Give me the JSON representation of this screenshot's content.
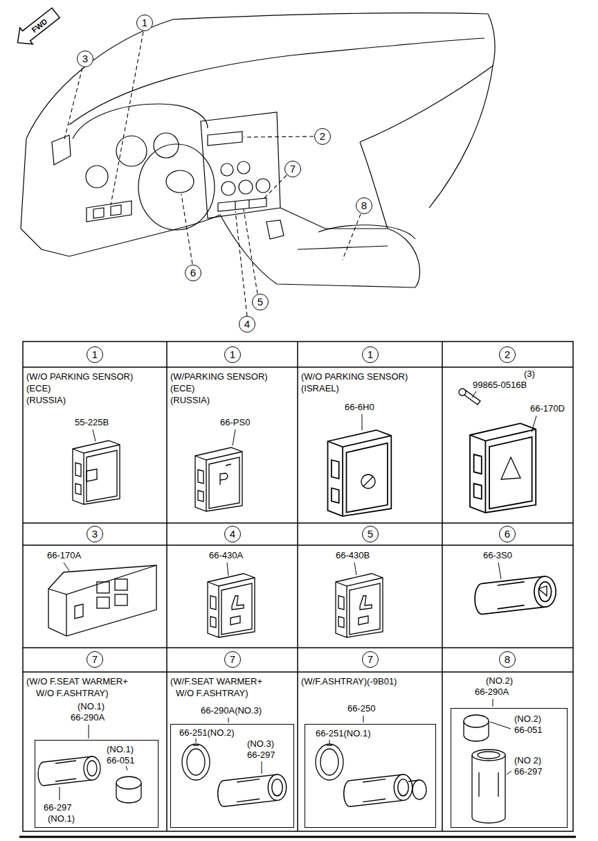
{
  "diagram": {
    "nodes": [
      {
        "text": [
          "1"
        ]
      },
      {
        "text": [
          "2"
        ]
      },
      {
        "text": [
          "3"
        ]
      },
      {
        "text": [
          "4"
        ]
      },
      {
        "text": [
          "5"
        ]
      },
      {
        "text": [
          "6"
        ]
      },
      {
        "text": [
          "7"
        ]
      },
      {
        "text": [
          "8"
        ]
      },
      {
        "text": [
          "1"
        ]
      },
      {
        "text": [
          "1"
        ]
      },
      {
        "text": [
          "1"
        ]
      },
      {
        "text": [
          "2"
        ]
      },
      {
        "text": [
          "3"
        ]
      },
      {
        "text": [
          "4"
        ]
      },
      {
        "text": [
          "5"
        ]
      },
      {
        "text": [
          "6"
        ]
      },
      {
        "text": [
          "7"
        ]
      },
      {
        "text": [
          "7"
        ]
      },
      {
        "text": [
          "7"
        ]
      },
      {
        "text": [
          "8"
        ]
      },
      {
        "text": [
          "(W/O PARKING SENSOR)",
          "(ECE)",
          "(RUSSIA)",
          "55-225B"
        ]
      },
      {
        "text": [
          "(W/PARKING SENSOR)",
          "(ECE)",
          "(RUSSIA)",
          "66-PS0"
        ]
      },
      {
        "text": [
          "(W/O PARKING SENSOR)",
          "(ISRAEL)",
          "66-6H0"
        ]
      },
      {
        "text": [
          "(3)",
          "99865-0516B",
          "66-170D"
        ]
      },
      {
        "text": [
          "66-170A"
        ]
      },
      {
        "text": [
          "66-430A"
        ]
      },
      {
        "text": [
          "66-430B"
        ]
      },
      {
        "text": [
          "66-3S0"
        ]
      },
      {
        "text": [
          "(W/O F.SEAT WARMER+",
          "W/O F.ASHTRAY)",
          "(NO.1)",
          "66-290A"
        ]
      },
      {
        "text": [
          "(W/F.SEAT WARMER+",
          "W/O F.ASHTRAY)",
          "66-290A(NO.3)"
        ]
      },
      {
        "text": [
          "(W/F.ASHTRAY)(-9B01)",
          "66-250"
        ]
      },
      {
        "text": [
          "(NO.2)",
          "66-290A"
        ]
      },
      {
        "text": [
          "(NO.1)",
          "66-051",
          "66-297",
          "(NO.1)"
        ],
        "in": 28
      },
      {
        "text": [
          "66-251(NO.2)",
          "(NO.3)",
          "66-297"
        ],
        "in": 29
      },
      {
        "text": [
          "66-251(NO.1)"
        ],
        "in": 30
      },
      {
        "text": [
          "(NO.2)",
          "66-051",
          "(NO 2)",
          "66-297"
        ],
        "in": 31
      }
    ],
    "labels": [
      "FWD"
    ]
  }
}
